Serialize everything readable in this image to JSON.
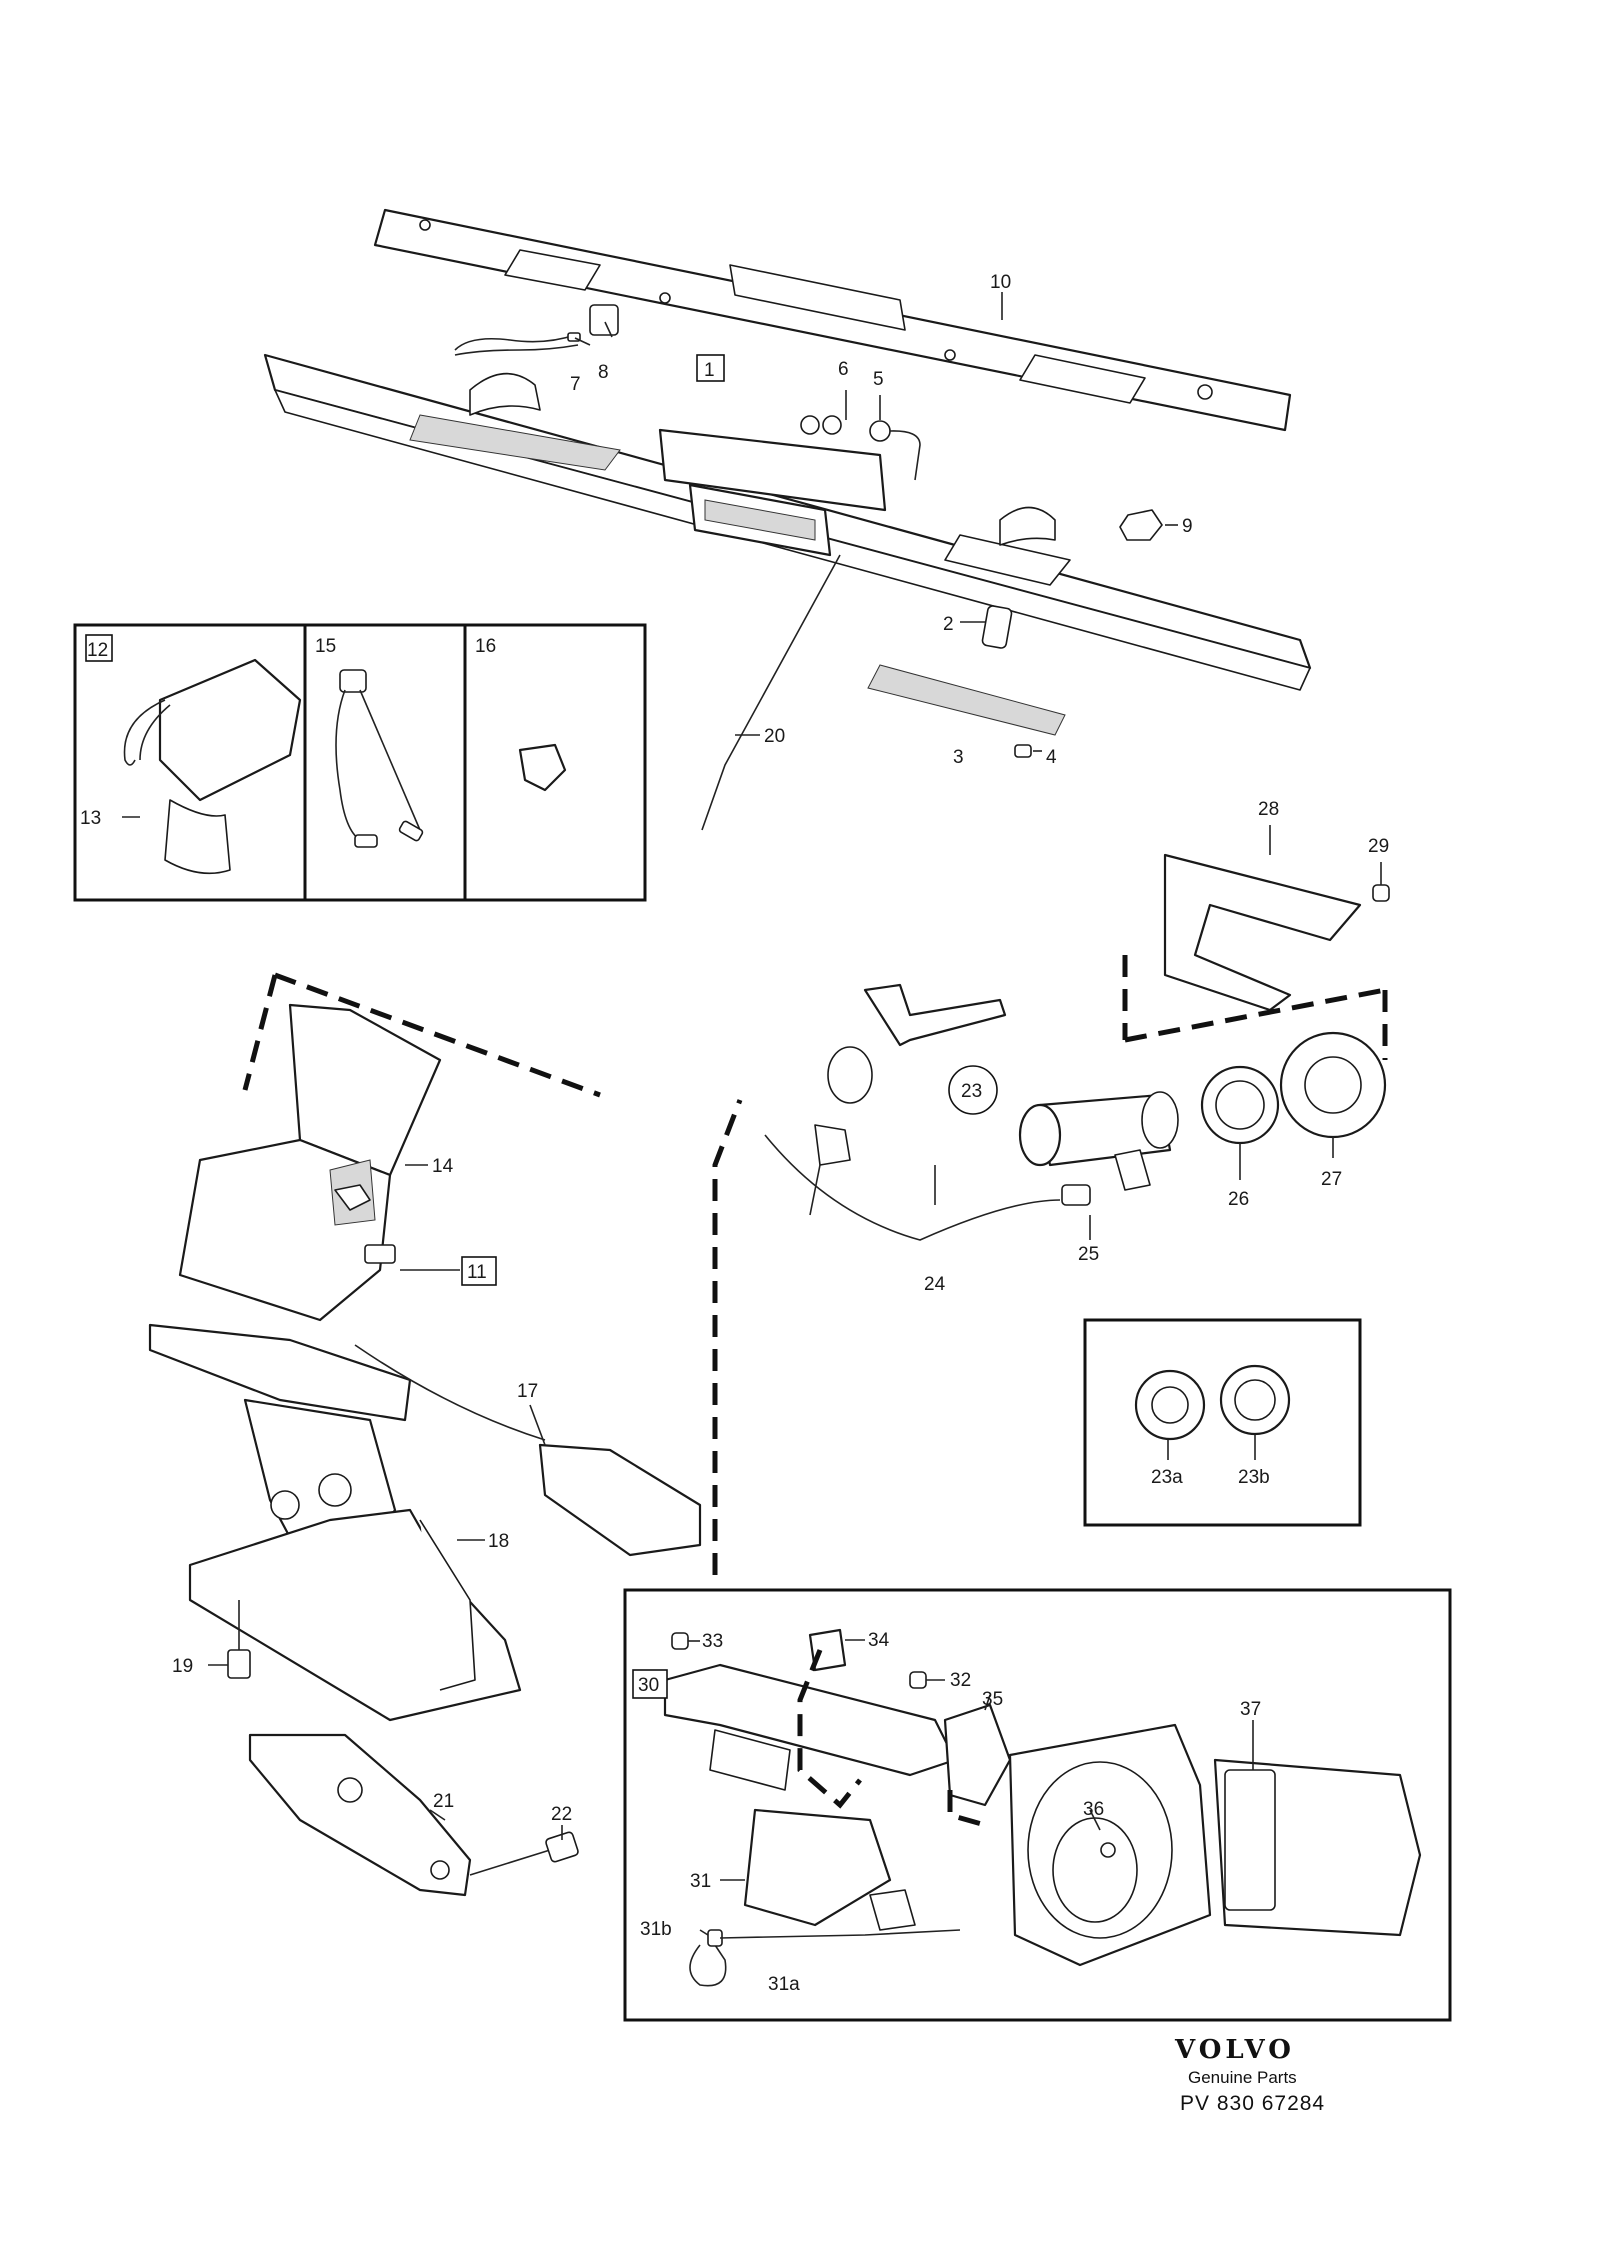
{
  "callouts": {
    "c1": "1",
    "c2": "2",
    "c3": "3",
    "c4": "4",
    "c5": "5",
    "c6": "6",
    "c7": "7",
    "c8": "8",
    "c9": "9",
    "c10": "10",
    "c11": "11",
    "c12": "12",
    "c13": "13",
    "c14": "14",
    "c15": "15",
    "c16": "16",
    "c17": "17",
    "c18": "18",
    "c19": "19",
    "c20": "20",
    "c21": "21",
    "c22": "22",
    "c23": "23",
    "c23a": "23a",
    "c23b": "23b",
    "c24": "24",
    "c25": "25",
    "c26": "26",
    "c27": "27",
    "c28": "28",
    "c29": "29",
    "c30": "30",
    "c31": "31",
    "c31a": "31a",
    "c31b": "31b",
    "c32": "32",
    "c33": "33",
    "c34": "34",
    "c35": "35",
    "c36": "36",
    "c37": "37"
  },
  "footer": {
    "brand": "VOLVO",
    "subtitle": "Genuine Parts",
    "reference": "PV 830 67284"
  },
  "colors": {
    "ink": "#1a1a1a",
    "paper": "#ffffff"
  }
}
